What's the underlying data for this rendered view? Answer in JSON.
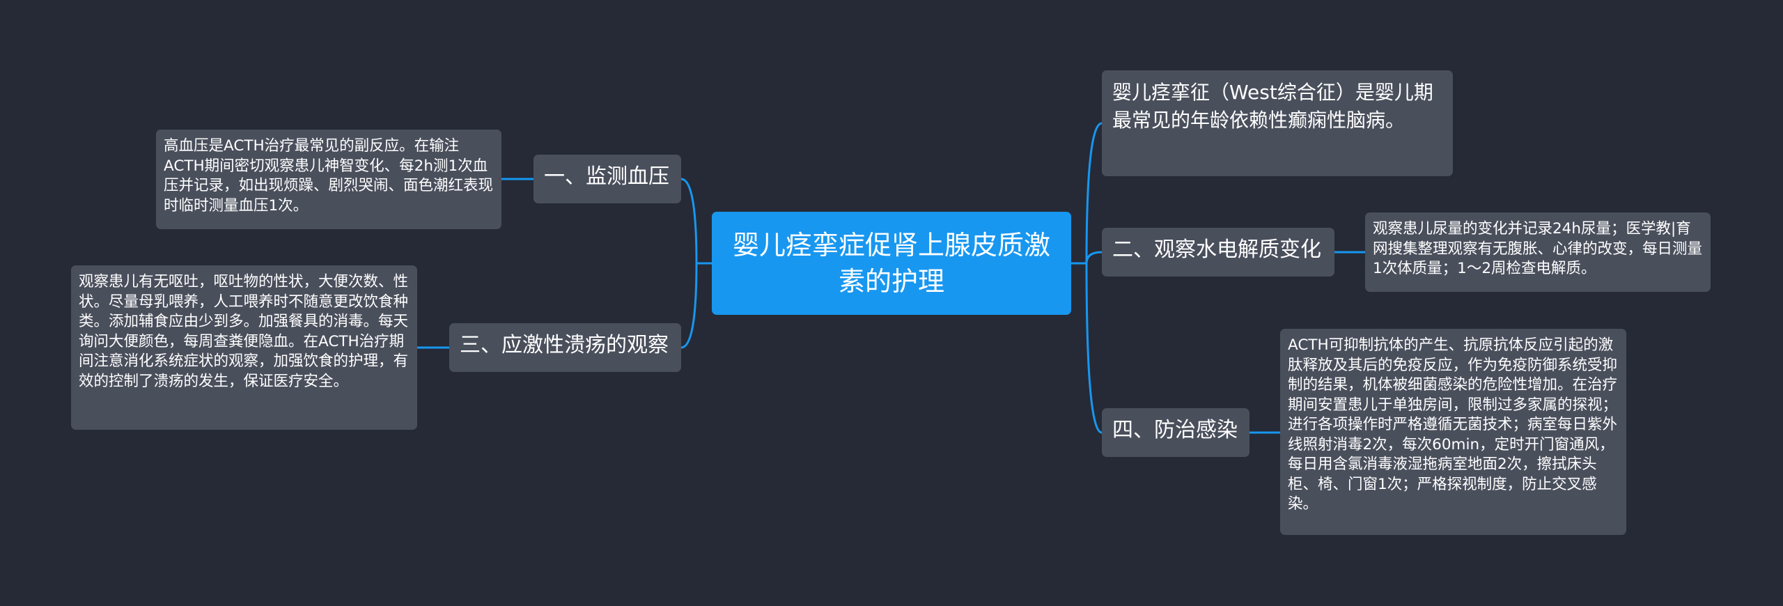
{
  "root": {
    "title": "婴儿痉挛症促肾上腺皮质激素的护理"
  },
  "branches": [
    {
      "label": "一、监测血压"
    },
    {
      "label": "二、观察水电解质变化"
    },
    {
      "label": "三、应激性溃疡的观察"
    },
    {
      "label": "四、防治感染"
    }
  ],
  "leaves": {
    "intro": "婴儿痉挛征（West综合征）是婴儿期最常见的年龄依赖性癫痫性脑病。",
    "blood_pressure": "高血压是ACTH治疗最常见的副反应。在输注ACTH期间密切观察患儿神智变化、每2h测1次血压并记录，如出现烦躁、剧烈哭闹、面色潮红表现时临时测量血压1次。",
    "water_electrolyte": "观察患儿尿量的变化并记录24h尿量；医学教|育网搜集整理观察有无腹胀、心律的改变，每日测量1次体质量；1～2周检查电解质。",
    "stress_ulcer": "观察患儿有无呕吐，呕吐物的性状，大便次数、性状。尽量母乳喂养，人工喂养时不随意更改饮食种类。添加辅食应由少到多。加强餐具的消毒。每天询问大便颜色，每周查粪便隐血。在ACTH治疗期间注意消化系统症状的观察，加强饮食的护理，有效的控制了溃疡的发生，保证医疗安全。",
    "infection": "ACTH可抑制抗体的产生、抗原抗体反应引起的激肽释放及其后的免疫反应，作为免疫防御系统受抑制的结果，机体被细菌感染的危险性增加。在治疗期间安置患儿于单独房间，限制过多家属的探视；进行各项操作时严格遵循无菌技术；病室每日紫外线照射消毒2次，每次60min，定时开门窗通风，每日用含氯消毒液湿拖病室地面2次，擦拭床头柜、椅、门窗1次；严格探视制度，防止交叉感染。"
  },
  "colors": {
    "background": "#252a36",
    "root_fill": "#1897f0",
    "node_fill": "#4a4f5c",
    "connector": "#1897f0",
    "text": "#ffffff"
  }
}
